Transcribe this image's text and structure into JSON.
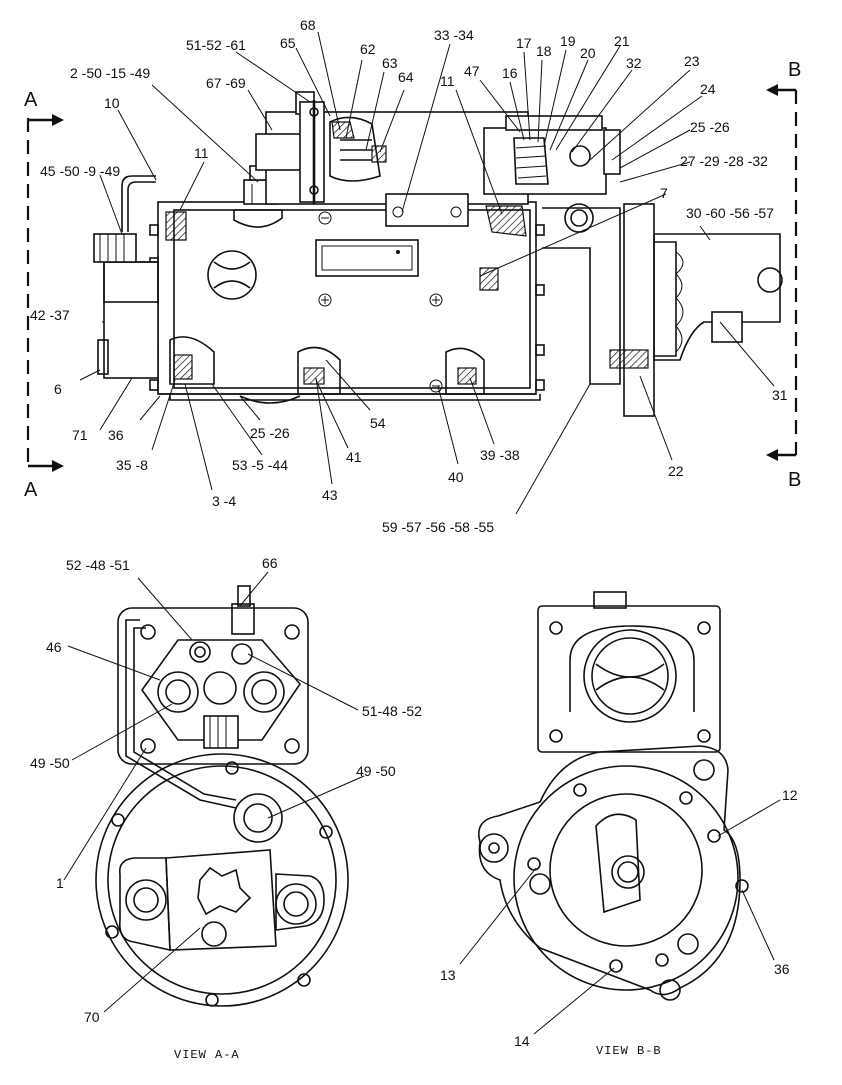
{
  "section_markers": {
    "a_top": "A",
    "a_bottom": "A",
    "b_top": "B",
    "b_bottom": "B"
  },
  "views": {
    "view_a": "VIEW A-A",
    "view_b": "VIEW B-B"
  },
  "callouts_top": [
    "2 -50 -15 -49",
    "10",
    "45 -50 -9 -49",
    "11",
    "42 -37",
    "6",
    "71",
    "36",
    "35 -8",
    "3 -4",
    "53 -5 -44",
    "25 -26",
    "67 -69",
    "51-52 -61",
    "65",
    "68",
    "62",
    "63",
    "64",
    "33 -34",
    "43",
    "41",
    "54",
    "40",
    "39 -38",
    "59 -57 -56 -58 -55",
    "11",
    "47",
    "16",
    "17",
    "18",
    "19",
    "20",
    "21",
    "32",
    "23",
    "24",
    "25 -26",
    "27 -29 -28 -32",
    "7",
    "30 -60 -56 -57",
    "31",
    "22"
  ],
  "callouts_view_a": [
    "52 -48 -51",
    "66",
    "46",
    "51-48 -52",
    "49 -50",
    "49 -50",
    "1",
    "70"
  ],
  "callouts_view_b": [
    "12",
    "13",
    "14",
    "36"
  ]
}
